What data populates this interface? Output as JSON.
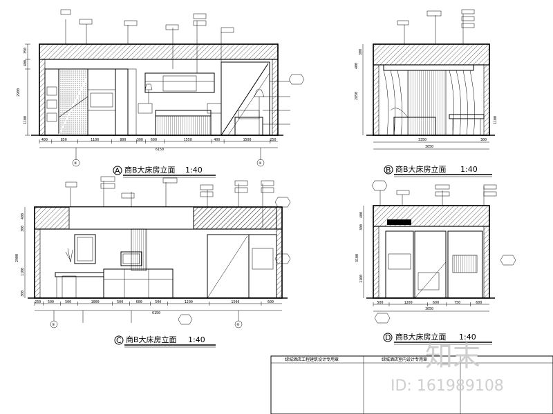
{
  "elevations": [
    {
      "letter": "A",
      "title": "商B大床房立面",
      "scale": "1:40",
      "width_total": "6150",
      "dims": [
        "400",
        "850",
        "1100",
        "800",
        "300",
        "600",
        "1550",
        "400",
        "1500",
        "250"
      ],
      "grid_left": "⑧",
      "grid_right": "⑨",
      "heights": [
        "350",
        "400",
        "2900",
        "1100"
      ]
    },
    {
      "letter": "B",
      "title": "商B大床房立面",
      "scale": "1:40",
      "width_total": "3650",
      "dims": [
        "3350",
        "300"
      ],
      "heights": [
        "300",
        "400",
        "2850",
        "1100"
      ]
    },
    {
      "letter": "C",
      "title": "商B大床房立面",
      "scale": "1:40",
      "width_total": "6150",
      "dims": [
        "250",
        "500",
        "500",
        "1000",
        "500",
        "600",
        "500",
        "1200",
        "1500",
        "600"
      ],
      "grid_left": "⑨",
      "grid_right": "⑧",
      "heights": [
        "400",
        "300",
        "2900",
        "1100",
        "300"
      ]
    },
    {
      "letter": "D",
      "title": "商B大床房立面",
      "scale": "1:40",
      "width_total": "3650",
      "dims": [
        "500",
        "1200",
        "600",
        "750",
        "600"
      ],
      "heights": [
        "400",
        "300",
        "3100",
        "1100"
      ]
    }
  ],
  "title_block": {
    "col1": "绿城酒店工程建筑设计专用章",
    "col2": "绿城酒店室内设计专用章"
  },
  "watermark": {
    "logo_text": "知末",
    "id_text": "ID: 161989108"
  }
}
